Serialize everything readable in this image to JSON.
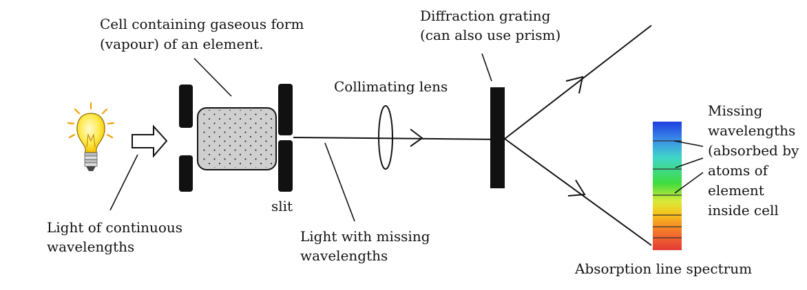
{
  "labels": {
    "cell_line1": "Cell containing gaseous form",
    "cell_line2": "(vapour) of an element.",
    "grating_line1": "Diffraction grating",
    "grating_line2": "(can also use prism)",
    "lens": "Collimating lens",
    "slit": "slit",
    "source_line1": "Light of continuous",
    "source_line2": "wavelengths",
    "missing_light_line1": "Light with missing",
    "missing_light_line2": "wavelengths",
    "absorbed_line1": "Missing",
    "absorbed_line2": "wavelengths",
    "absorbed_line3": "(absorbed by",
    "absorbed_line4": "atoms of",
    "absorbed_line5": "element",
    "absorbed_line6": "inside cell",
    "spectrum": "Absorption line spectrum"
  },
  "colors": {
    "bulb_glass": "#ffe94d",
    "bulb_rays": "#f2a100",
    "cell_fill": "#cfcfcf",
    "spectrum_red": "#e53935",
    "spectrum_orange": "#f7a21b",
    "spectrum_yellow": "#e8e83a",
    "spectrum_green": "#3fdc3f",
    "spectrum_cyan": "#3fd6c9",
    "spectrum_blue": "#1f4fe0"
  },
  "icons": {
    "source": "light-bulb-icon",
    "input_arrow": "hollow-arrow-icon"
  }
}
